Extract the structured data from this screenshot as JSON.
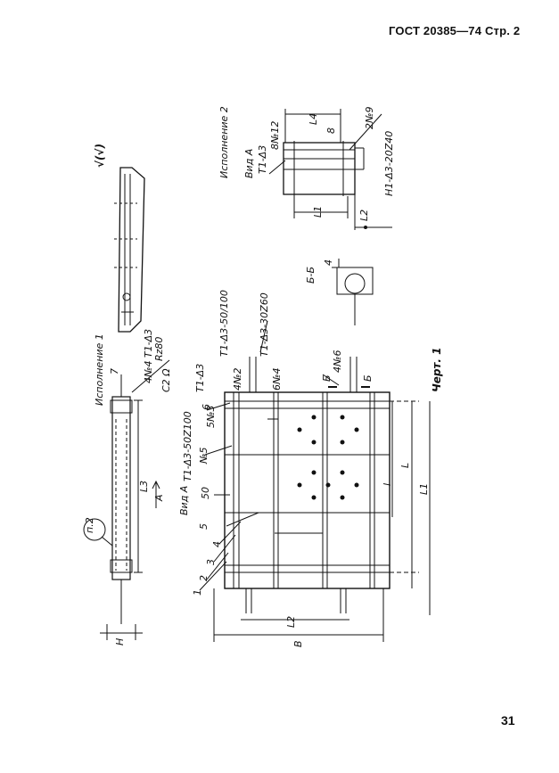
{
  "header": {
    "standard": "ГОСТ 20385—74",
    "page_label": "Стр. 2"
  },
  "page_number": "31",
  "drawing": {
    "figure_caption": "Черт. 1",
    "variant1": {
      "title": "Исполнение 1",
      "item_mark": "п.2",
      "weld1": "4№4 Т1-Δ3",
      "weld2": "С2 Ω",
      "roughness": "Rz80",
      "roughness_mark": "√(√)",
      "dim_H": "H",
      "dim_L3": "L3",
      "view_arrow": "A"
    },
    "variant2": {
      "title": "Исполнение 2",
      "view": "Вид А",
      "weld1": "Т1-Δ3",
      "weld2": "2№9",
      "weld3": "8",
      "weld4": "Н1-Δ3-20Z40",
      "weld5": "8№12",
      "dim_L4": "L4",
      "dim_L1": "L1",
      "dim_L2": "L2"
    },
    "main": {
      "view": "Вид А",
      "positions": [
        "1",
        "2",
        "3",
        "4",
        "5",
        "6",
        "7"
      ],
      "welds": [
        "Т1-Δ3-50Z100",
        "Т1-Δ3-50/100",
        "Т1-Δ3-30Z60",
        "Т1-Δ3",
        "4№2",
        "6№4",
        "4№6",
        "№5",
        "5№3"
      ],
      "dims": {
        "B": "B",
        "L": "L",
        "L1": "L1",
        "L2": "L2",
        "l": "l",
        "d50": "50"
      }
    },
    "section": {
      "title": "Б-Б",
      "dim": "4"
    },
    "cut_marks": [
      "Б",
      "Б"
    ]
  }
}
